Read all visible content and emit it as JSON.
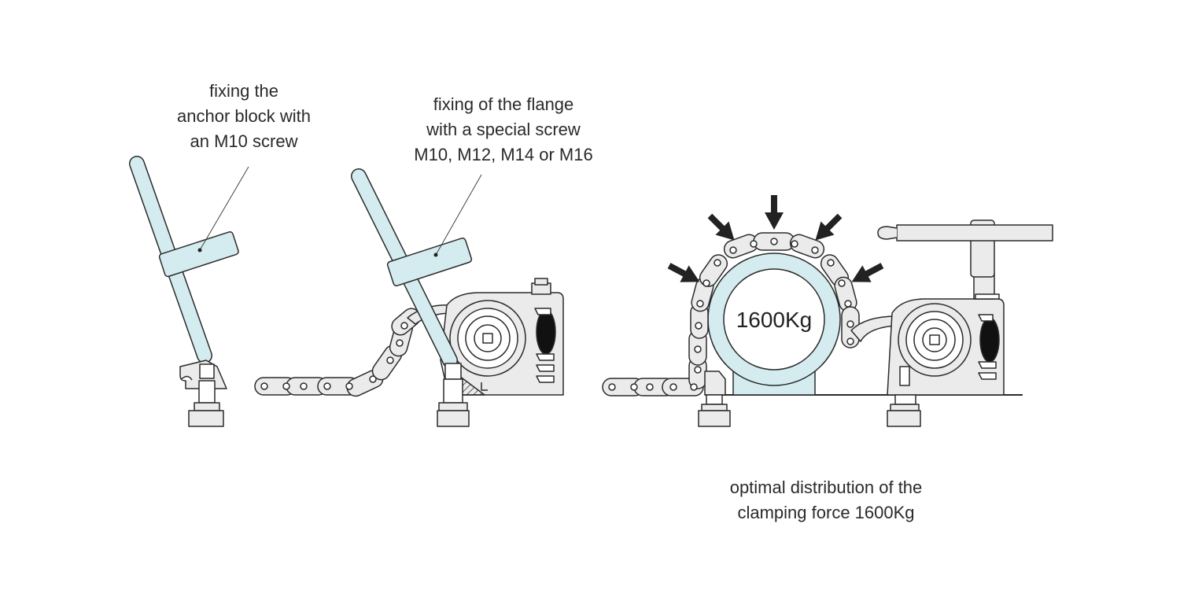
{
  "labels": {
    "anchor_block": [
      "fixing the",
      "anchor block with",
      "an M10 screw"
    ],
    "flange": [
      "fixing of the flange",
      "with a special screw",
      "M10, M12, M14 or M16"
    ],
    "force": [
      "optimal distribution of the",
      "clamping force 1600Kg"
    ]
  },
  "load_value": "1600Kg",
  "colors": {
    "light_blue": "#d4ecef",
    "light_gray": "#ebebeb",
    "outline": "#2b2b2b",
    "arrow": "#222222"
  }
}
